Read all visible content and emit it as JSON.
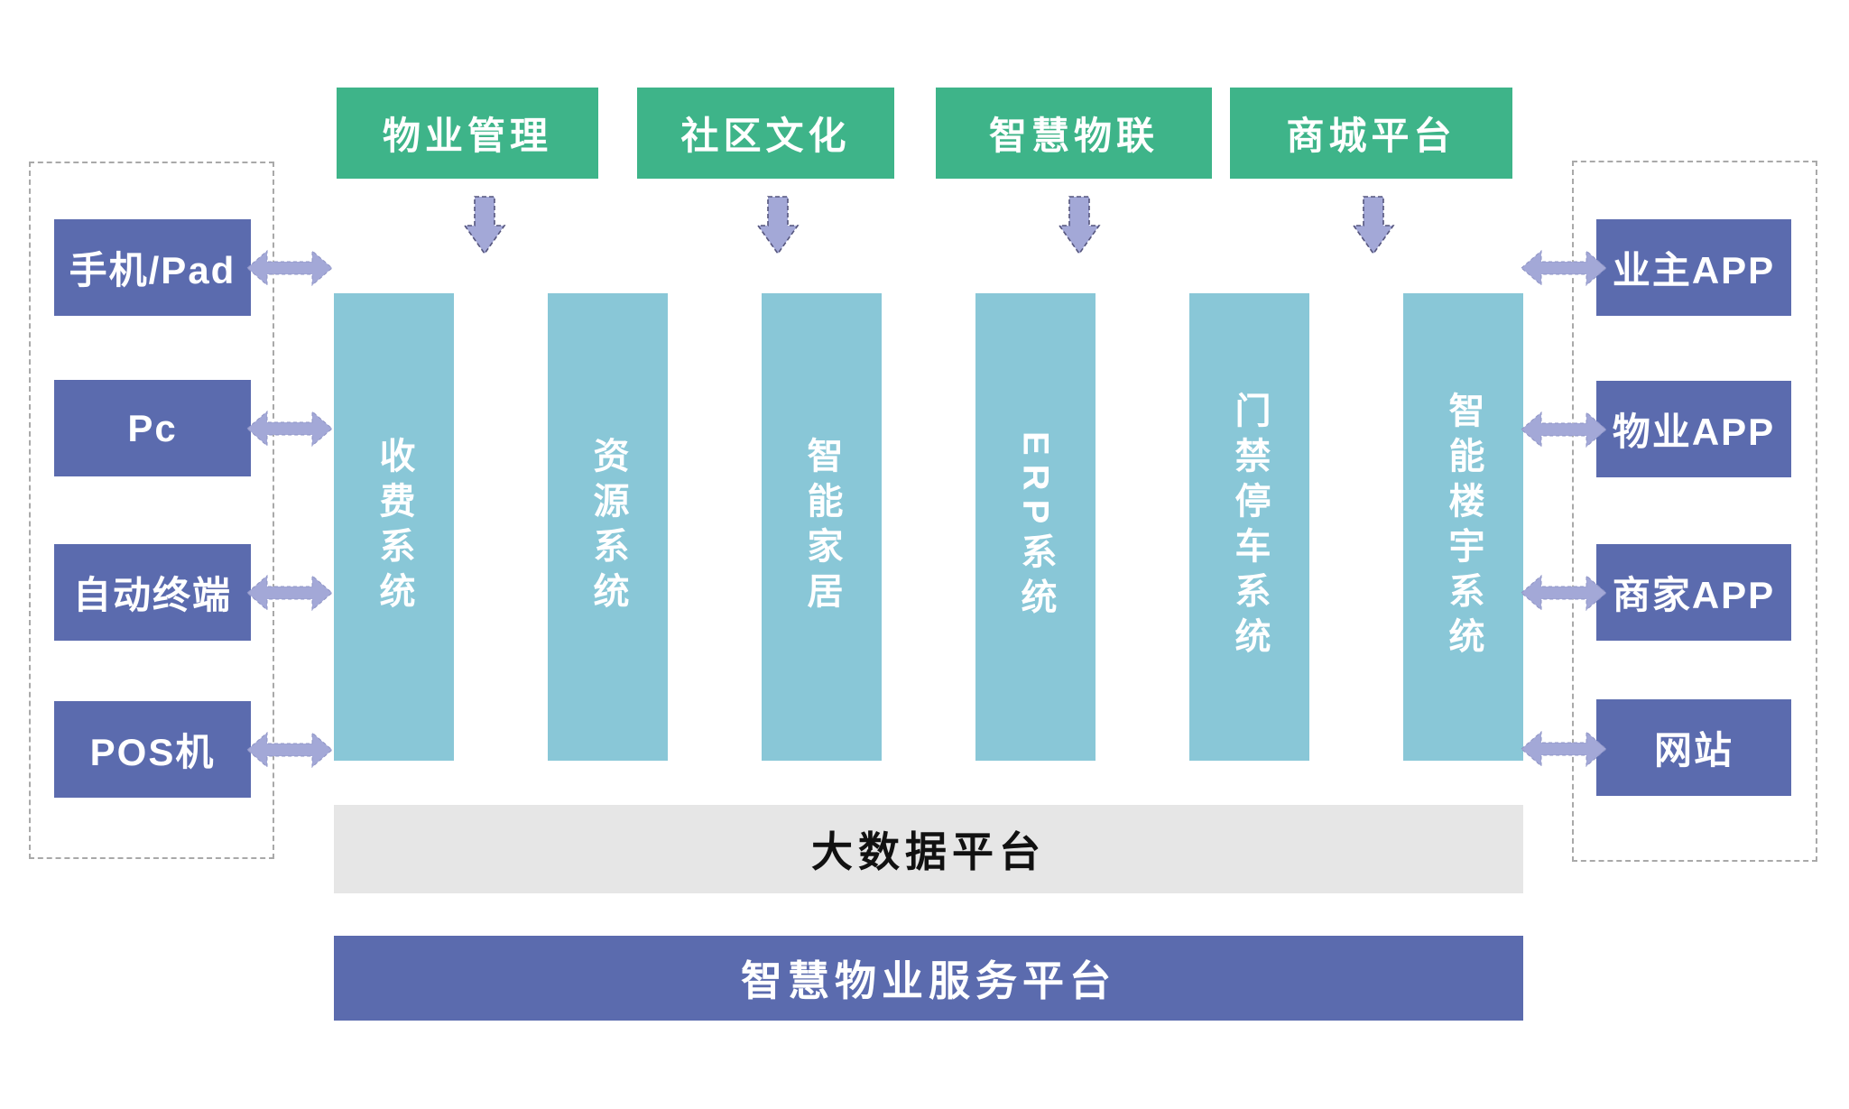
{
  "top_modules": {
    "items": [
      {
        "label": "物业管理"
      },
      {
        "label": "社区文化"
      },
      {
        "label": "智慧物联"
      },
      {
        "label": "商城平台"
      }
    ]
  },
  "left_panel": {
    "items": [
      {
        "label": "手机/Pad"
      },
      {
        "label": "Pc"
      },
      {
        "label": "自动终端"
      },
      {
        "label": "POS机"
      }
    ]
  },
  "right_panel": {
    "items": [
      {
        "label": "业主APP"
      },
      {
        "label": "物业APP"
      },
      {
        "label": "商家APP"
      },
      {
        "label": "网站"
      }
    ]
  },
  "systems": {
    "items": [
      {
        "label": "收费系统"
      },
      {
        "label": "资源系统"
      },
      {
        "label": "智能家居"
      },
      {
        "label": "ERP系统"
      },
      {
        "label": "门禁停车系统"
      },
      {
        "label": "智能楼宇系统"
      }
    ]
  },
  "platforms": {
    "big_data": "大数据平台",
    "service": "智慧物业服务平台"
  },
  "colors": {
    "module_green": "#3eb489",
    "system_blue": "#89c7d7",
    "box_indigo": "#5b6bae",
    "arrow_lavender": "#a3a8d7",
    "big_data_gray": "#e6e6e6"
  }
}
